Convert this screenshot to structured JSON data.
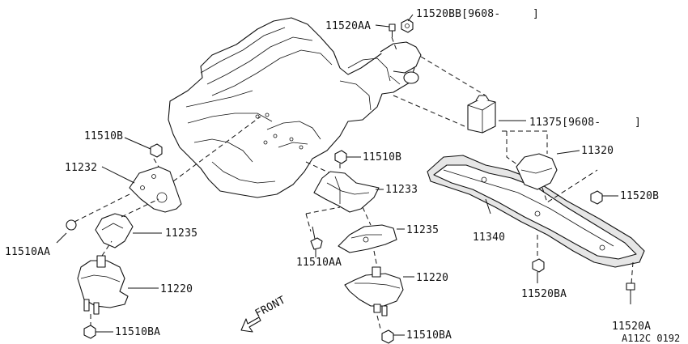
{
  "labels": {
    "p11520AA": "11520AA",
    "p11520BB": "11520BB[9608-",
    "p11520BB_end": "]",
    "p11375": "11375[9608-",
    "p11375_end": "]",
    "p11510B_left": "11510B",
    "p11232": "11232",
    "p11510B_mid": "11510B",
    "p11233": "11233",
    "p11320": "11320",
    "p11520B": "11520B",
    "p11510AA_left": "11510AA",
    "p11235_left": "11235",
    "p11235_mid": "11235",
    "p11340": "11340",
    "p11510AA_mid": "11510AA",
    "p11220_left": "11220",
    "p11220_mid": "11220",
    "p11520BA": "11520BA",
    "p11510BA_left": "11510BA",
    "p11510BA_mid": "11510BA",
    "p11520A": "11520A",
    "front": "FRONT",
    "ref": "A112C 0192"
  }
}
